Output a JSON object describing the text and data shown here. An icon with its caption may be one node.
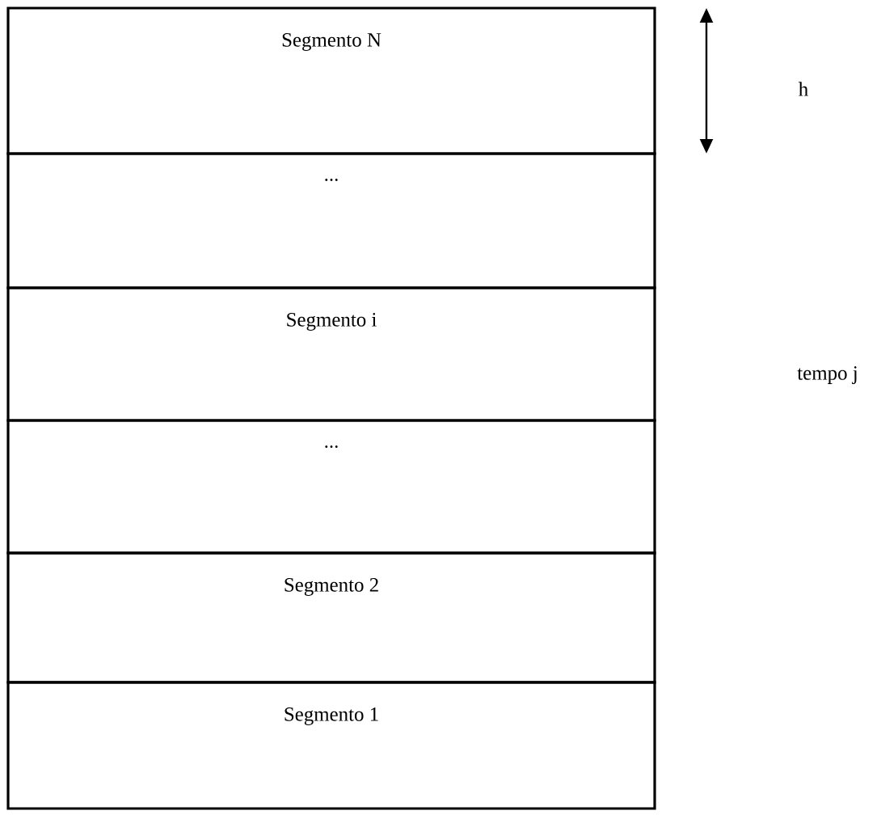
{
  "diagram": {
    "nodes": [
      {
        "text": [
          "Segmento N"
        ]
      },
      {
        "text": [
          "..."
        ]
      },
      {
        "text": [
          "Segmento i"
        ]
      },
      {
        "text": [
          "..."
        ]
      },
      {
        "text": [
          "Segmento 2"
        ]
      },
      {
        "text": [
          "Segmento 1"
        ]
      }
    ],
    "labels": [
      "h",
      "tempo j"
    ]
  }
}
